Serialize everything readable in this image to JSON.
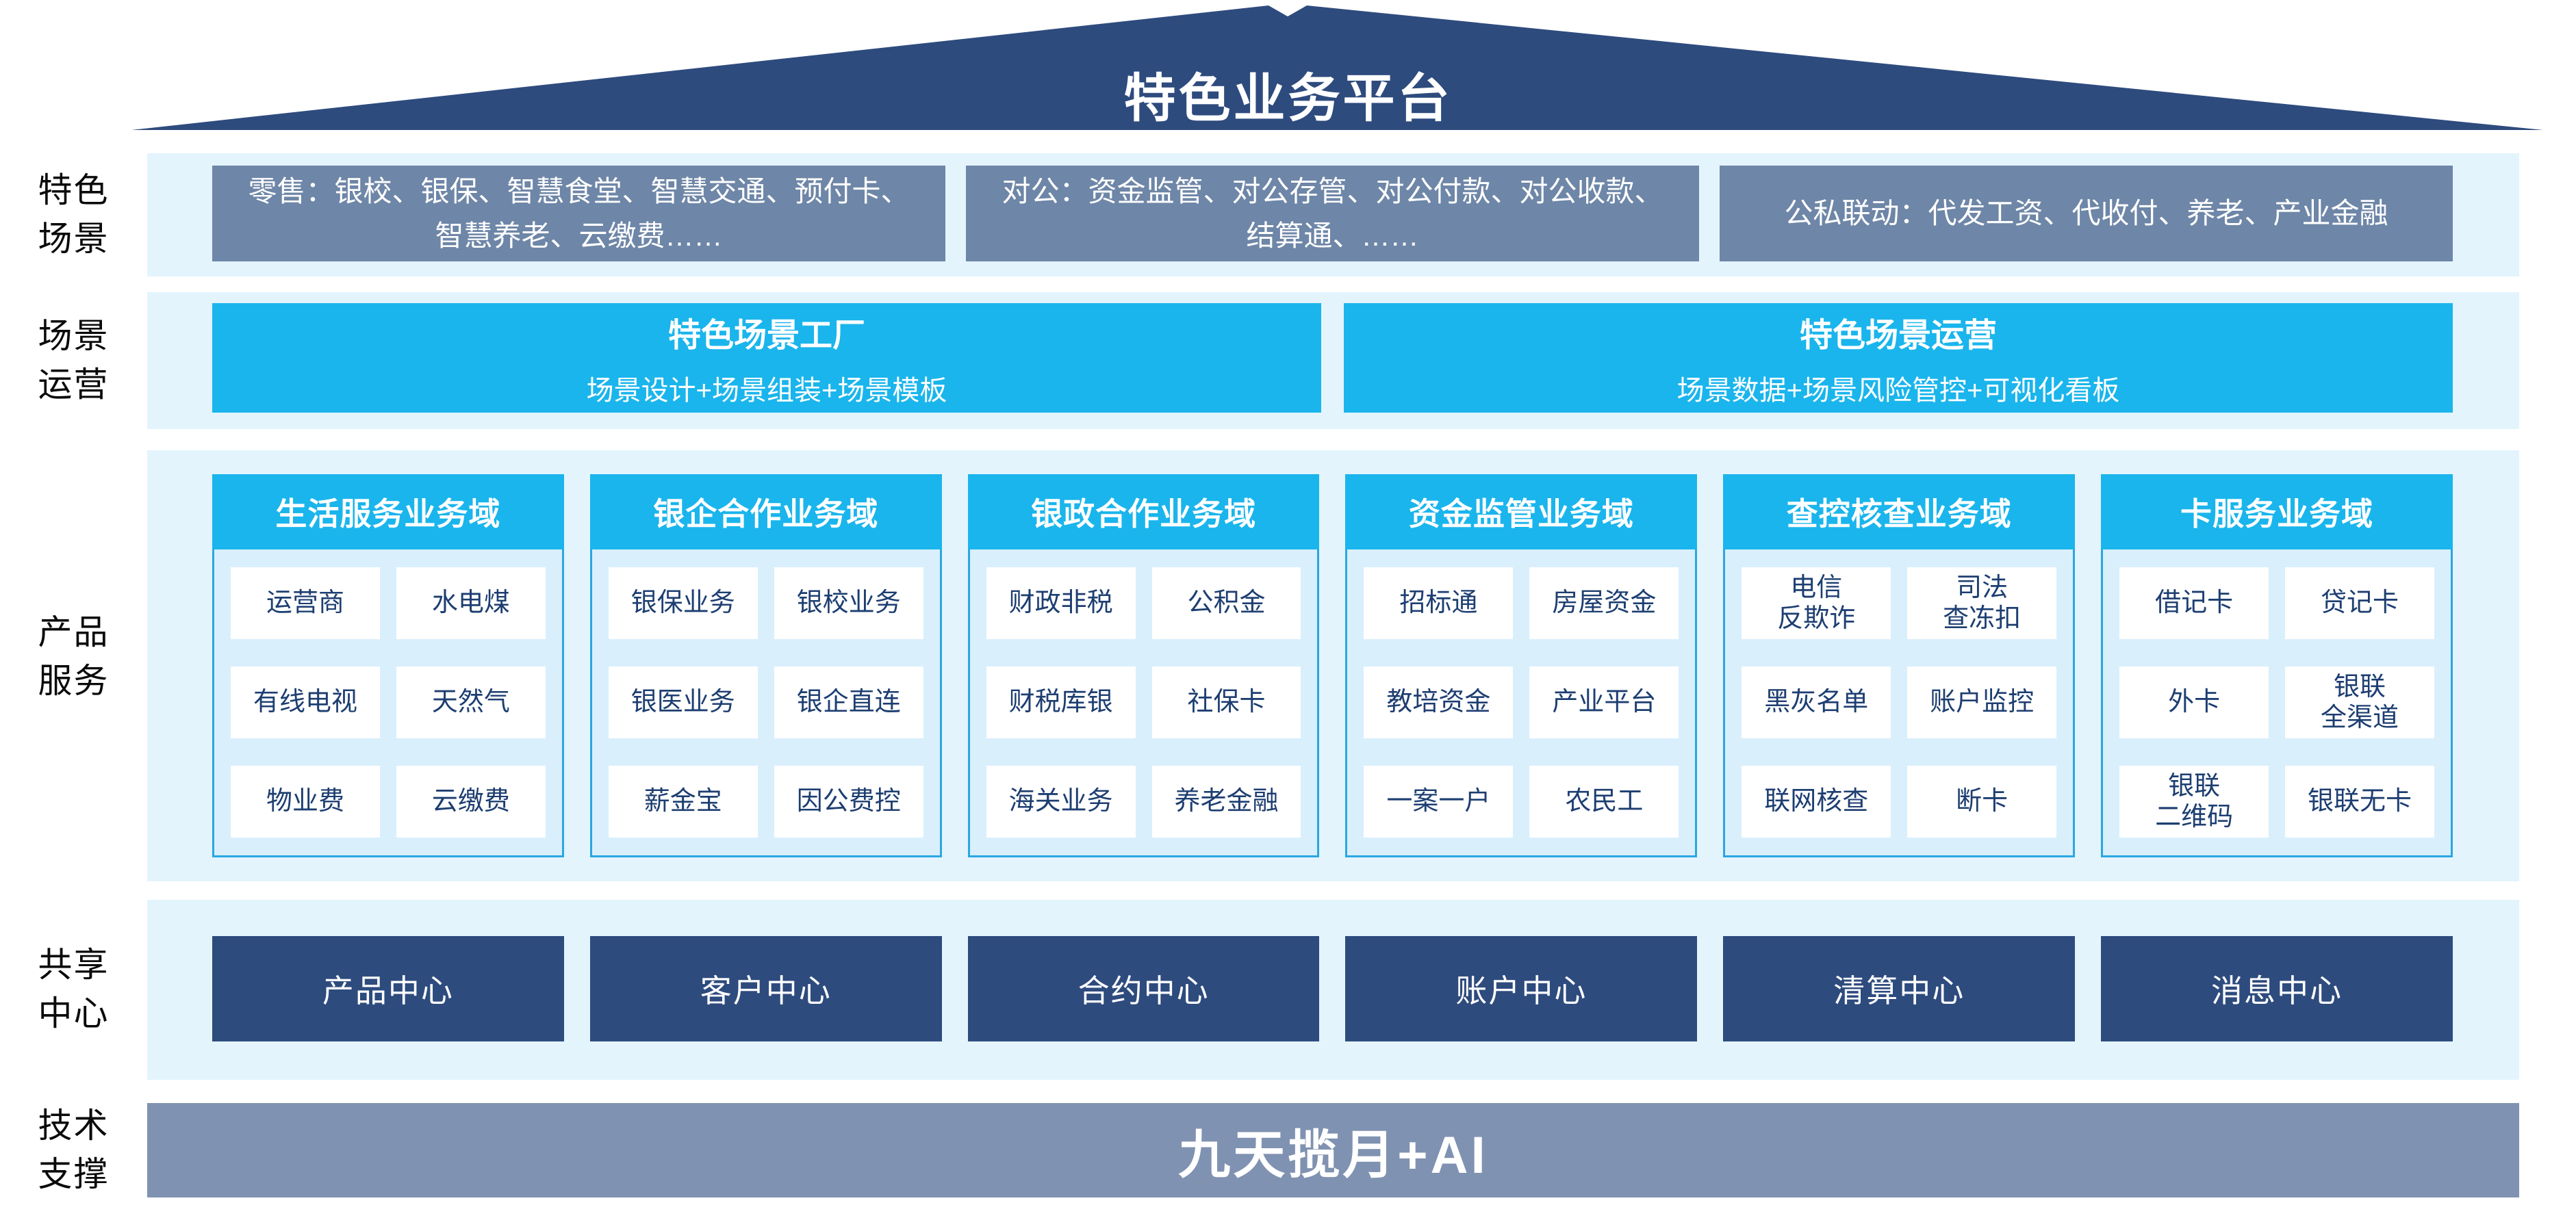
{
  "title": "特色业务平台",
  "colors": {
    "navy": "#2e4b7e",
    "cyan": "#1ab5ec",
    "slate": "#6e86a7",
    "panel": "#e3f4fd",
    "colBody": "#d9effc",
    "colBorder": "#2aa7e2",
    "cellText": "#1d3e71",
    "bar": "#8092b1"
  },
  "scene": {
    "label": "特色\n场景",
    "boxes": [
      "零售：银校、银保、智慧食堂、智慧交通、预付卡、智慧养老、云缴费……",
      "对公：资金监管、对公存管、对公付款、对公收款、结算通、……",
      "公私联动：代发工资、代收付、养老、产业金融"
    ]
  },
  "operation": {
    "label": "场景\n运营",
    "boxes": [
      {
        "title": "特色场景工厂",
        "subtitle": "场景设计+场景组装+场景模板"
      },
      {
        "title": "特色场景运营",
        "subtitle": "场景数据+场景风险管控+可视化看板"
      }
    ]
  },
  "products": {
    "label": "产品\n服务",
    "columns": [
      {
        "header": "生活服务业务域",
        "cells": [
          [
            "运营商",
            "水电煤"
          ],
          [
            "有线电视",
            "天然气"
          ],
          [
            "物业费",
            "云缴费"
          ]
        ]
      },
      {
        "header": "银企合作业务域",
        "cells": [
          [
            "银保业务",
            "银校业务"
          ],
          [
            "银医业务",
            "银企直连"
          ],
          [
            "薪金宝",
            "因公费控"
          ]
        ]
      },
      {
        "header": "银政合作业务域",
        "cells": [
          [
            "财政非税",
            "公积金"
          ],
          [
            "财税库银",
            "社保卡"
          ],
          [
            "海关业务",
            "养老金融"
          ]
        ]
      },
      {
        "header": "资金监管业务域",
        "cells": [
          [
            "招标通",
            "房屋资金"
          ],
          [
            "教培资金",
            "产业平台"
          ],
          [
            "一案一户",
            "农民工"
          ]
        ]
      },
      {
        "header": "查控核查业务域",
        "cells": [
          [
            "电信\n反欺诈",
            "司法\n查冻扣"
          ],
          [
            "黑灰名单",
            "账户监控"
          ],
          [
            "联网核查",
            "断卡"
          ]
        ]
      },
      {
        "header": "卡服务业务域",
        "cells": [
          [
            "借记卡",
            "贷记卡"
          ],
          [
            "外卡",
            "银联\n全渠道"
          ],
          [
            "银联\n二维码",
            "银联无卡"
          ]
        ]
      }
    ]
  },
  "centers": {
    "label": "共享\n中心",
    "items": [
      "产品中心",
      "客户中心",
      "合约中心",
      "账户中心",
      "清算中心",
      "消息中心"
    ]
  },
  "tech": {
    "label": "技术\n支撑",
    "banner": "九天揽月+AI"
  }
}
